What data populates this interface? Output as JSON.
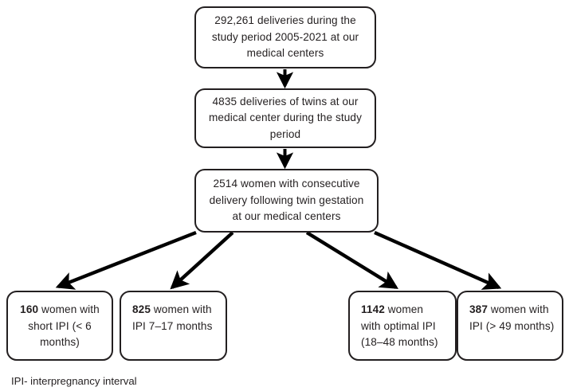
{
  "figure": {
    "type": "flowchart",
    "title": "Study population selection flow diagram",
    "orientation": "top-down",
    "stroke_color": "#231f20",
    "background_color": "#ffffff"
  },
  "nodes": {
    "top": {
      "id": "deliveries-total",
      "count": "292,261",
      "text": "292,261 deliveries during the study period 2005-2021 at our medical centers",
      "line1": "292,261 deliveries during the",
      "line2": "study period 2005-2021 at our",
      "line3": "medical centers"
    },
    "twins": {
      "id": "twin-deliveries",
      "count": "4835",
      "text": "4835 deliveries of twins at our medical center during the study period",
      "line1": "4835 deliveries of twins at our",
      "line2": "medical center during the study",
      "line3": "period"
    },
    "consecutive": {
      "id": "consecutive-delivery",
      "count": "2514",
      "text": "2514 women with consecutive delivery following twin gestation at our medical centers",
      "line1": "2514 women with consecutive",
      "line2": "delivery following twin gestation",
      "line3": "at our medical centers"
    },
    "short_ipi": {
      "id": "short-ipi",
      "count": "160",
      "rest_line1": " women with",
      "line2": "short IPI (< 6",
      "line3": "months)",
      "full_text": "160 women with short IPI (< 6 months)"
    },
    "ipi_7_17": {
      "id": "ipi-7-17",
      "count": "825",
      "rest_line1": " women with",
      "line2": "IPI 7–17 months",
      "line3": "",
      "full_text": "825 women with IPI 7–17 months"
    },
    "optimal_ipi": {
      "id": "optimal-ipi",
      "count": "1142",
      "rest_line1": " women",
      "line2": "with optimal IPI",
      "line3": "(18–48 months)",
      "full_text": "1142 women with optimal IPI (18–48 months)"
    },
    "long_ipi": {
      "id": "long-ipi",
      "count": "387",
      "rest_line1": " women with",
      "line2": "IPI (> 49 months)",
      "line3": "",
      "full_text": "387 women with IPI (> 49 months)"
    }
  },
  "footnote": {
    "text": "IPI- interpregnancy interval"
  },
  "chart_data": {
    "type": "flowchart",
    "title": "Study population selection flow diagram",
    "levels": [
      {
        "level": 1,
        "label": "292,261 deliveries during the study period 2005-2021 at our medical centers",
        "value": 292261
      },
      {
        "level": 2,
        "label": "4835 deliveries of twins at our medical center during the study period",
        "value": 4835
      },
      {
        "level": 3,
        "label": "2514 women with consecutive delivery following twin gestation at our medical centers",
        "value": 2514
      }
    ],
    "groups": [
      {
        "label": "160 women with short IPI (< 6 months)",
        "value": 160,
        "ipi_range_months": "<6"
      },
      {
        "label": "825 women with IPI 7–17 months",
        "value": 825,
        "ipi_range_months": "7-17"
      },
      {
        "label": "1142 women with optimal IPI (18–48 months)",
        "value": 1142,
        "ipi_range_months": "18-48"
      },
      {
        "label": "387 women with IPI (> 49 months)",
        "value": 387,
        "ipi_range_months": ">49"
      }
    ],
    "abbreviation": "IPI- interpregnancy interval"
  }
}
